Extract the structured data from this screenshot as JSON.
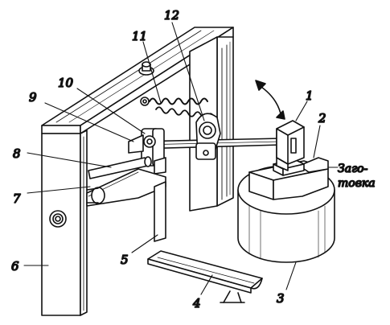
{
  "labels": {
    "n1": "1",
    "n2": "2",
    "n3": "3",
    "n4": "4",
    "n5": "5",
    "n6": "6",
    "n7": "7",
    "n8": "8",
    "n9": "9",
    "n10": "10",
    "n11": "11",
    "n12": "12",
    "workpiece_line1": "Заго-",
    "workpiece_line2": "товка"
  },
  "colors": {
    "ink": "#111111",
    "paper": "#ffffff"
  }
}
